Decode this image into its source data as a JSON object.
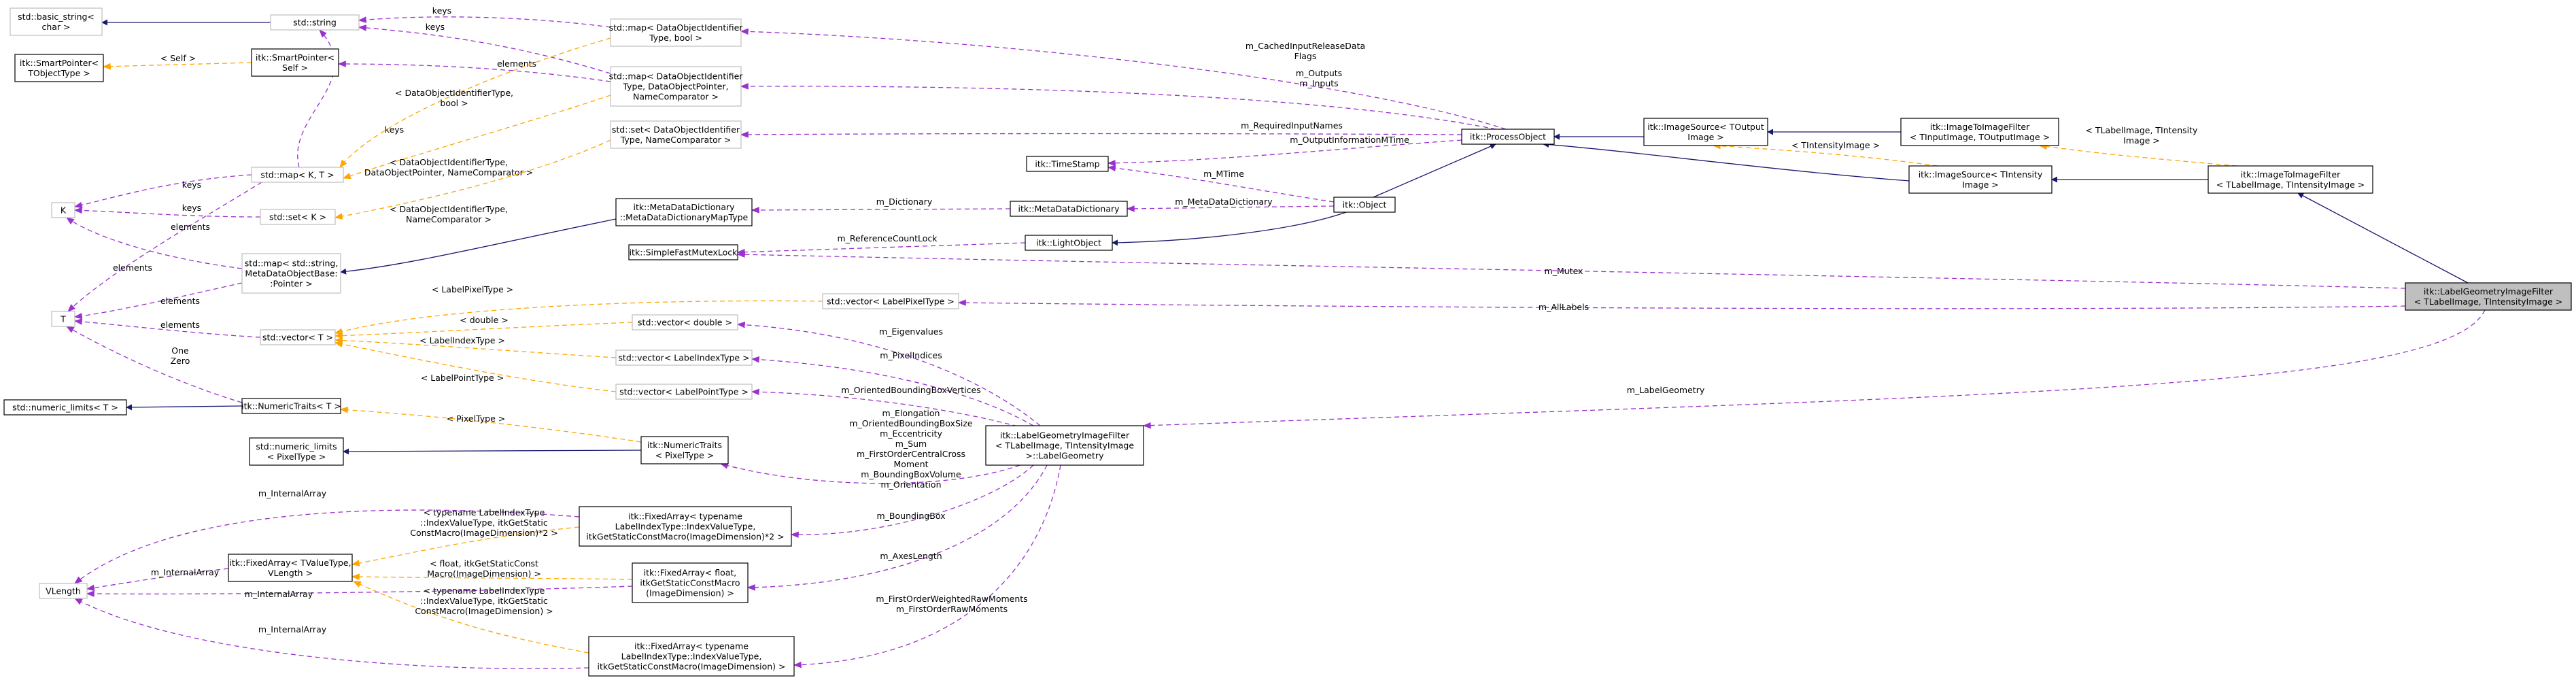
{
  "colors": {
    "inherit_edge": "#191970",
    "usage_edge": "#9a32cd",
    "template_edge": "#ffa500",
    "box_solid_border": "#000000",
    "box_grey_border": "#bfbfbf",
    "focus_fill": "#bfbfbf"
  },
  "nodes": {
    "std_basic_string": [
      "std::basic_string<",
      "char >"
    ],
    "std_string": [
      "std::string"
    ],
    "itk_SmartPointer_TObjectType": [
      "itk::SmartPointer<",
      "TObjectType >"
    ],
    "itk_SmartPointer_Self": [
      "itk::SmartPointer<",
      "Self >"
    ],
    "std_map_K_T": [
      "std::map< K, T >"
    ],
    "std_set_K": [
      "std::set< K >"
    ],
    "K": [
      "K"
    ],
    "std_map_string_meta": [
      "std::map< std::string,",
      "MetaDataObjectBase:",
      ":Pointer >"
    ],
    "T": [
      "T"
    ],
    "std_vector_T": [
      "std::vector< T >"
    ],
    "itk_NumericTraits_T": [
      "itk::NumericTraits< T >"
    ],
    "std_numeric_limits_T": [
      "std::numeric_limits< T >"
    ],
    "std_numeric_limits_Pixel": [
      "std::numeric_limits",
      "< PixelType >"
    ],
    "VLength": [
      "VLength"
    ],
    "itk_FixedArray_TValue": [
      "itk::FixedArray< TValueType,",
      "VLength >"
    ],
    "map_doi_bool": [
      "std::map< DataObjectIdentifier",
      "Type, bool >"
    ],
    "map_doi_dop": [
      "std::map< DataObjectIdentifier",
      "Type, DataObjectPointer,",
      "NameComparator >"
    ],
    "set_doi": [
      "std::set< DataObjectIdentifier",
      "Type, NameComparator >"
    ],
    "itk_MetaDataDictionary_MapType": [
      "itk::MetaDataDictionary",
      "::MetaDataDictionaryMapType"
    ],
    "itk_SimpleFastMutexLock": [
      "itk::SimpleFastMutexLock"
    ],
    "vector_double": [
      "std::vector< double >"
    ],
    "vector_LabelIndexType": [
      "std::vector< LabelIndexType >"
    ],
    "vector_LabelPointType": [
      "std::vector< LabelPointType >"
    ],
    "vector_LabelPixelType": [
      "std::vector< LabelPixelType >"
    ],
    "itk_NumericTraits_PixelType": [
      "itk::NumericTraits",
      "< PixelType >"
    ],
    "fixedarray_double_dim": [
      "itk::FixedArray< typename",
      "LabelIndexType::IndexValueType,",
      "itkGetStaticConstMacro(ImageDimension)*2 >"
    ],
    "fixedarray_float": [
      "itk::FixedArray< float,",
      "itkGetStaticConstMacro",
      "(ImageDimension) >"
    ],
    "fixedarray_single_dim": [
      "itk::FixedArray< typename",
      "LabelIndexType::IndexValueType,",
      "itkGetStaticConstMacro(ImageDimension) >"
    ],
    "itk_TimeStamp": [
      "itk::TimeStamp"
    ],
    "itk_MetaDataDictionary": [
      "itk::MetaDataDictionary"
    ],
    "itk_LightObject": [
      "itk::LightObject"
    ],
    "itk_Object": [
      "itk::Object"
    ],
    "itk_ProcessObject": [
      "itk::ProcessObject"
    ],
    "itk_LabelGeometry": [
      "itk::LabelGeometryImageFilter",
      "< TLabelImage, TIntensityImage",
      " >::LabelGeometry"
    ],
    "itk_ImageSource_TOutput": [
      "itk::ImageSource< TOutput",
      "Image >"
    ],
    "itk_ImageSource_TIntensity": [
      "itk::ImageSource< TIntensity",
      "Image >"
    ],
    "itk_ImageToImageFilter_TInput": [
      "itk::ImageToImageFilter",
      "< TInputImage, TOutputImage >"
    ],
    "itk_ImageToImageFilter_TLabel": [
      "itk::ImageToImageFilter",
      "< TLabelImage, TIntensityImage >"
    ],
    "itk_LabelGeometryImageFilter": [
      "itk::LabelGeometryImageFilter",
      "< TLabelImage, TIntensityImage >"
    ]
  },
  "edge_labels": {
    "string_basic": [],
    "self_tobject": [
      "< Self >"
    ],
    "ntT_limits": [],
    "ntP_limits": [],
    "string_mapdoibool": [
      "keys"
    ],
    "string_mapdoidop": [
      "keys"
    ],
    "string_mapKT": [
      "keys"
    ],
    "smartself_mapdoidop": [
      "elements"
    ],
    "K_mapKT": [
      "keys"
    ],
    "K_setK": [
      "keys"
    ],
    "K_mapstr": [
      "elements"
    ],
    "T_mapKT": [
      "elements"
    ],
    "T_mapstr": [
      "elements"
    ],
    "T_vectorT": [
      "elements"
    ],
    "T_ntT": [
      "One",
      "Zero"
    ],
    "mapKT_mapdoibool": [
      "< DataObjectIdentifierType,",
      "bool >"
    ],
    "mapKT_mapdoidop": [
      "< DataObjectIdentifierType,",
      "DataObjectPointer, NameComparator >"
    ],
    "setK_setdoi": [
      "< DataObjectIdentifierType,",
      "NameComparator >"
    ],
    "mapstr_mdd": [],
    "vectorT_double": [
      "< double >"
    ],
    "vectorT_index": [
      "< LabelIndexType >"
    ],
    "vectorT_point": [
      "< LabelPointType >"
    ],
    "vectorT_pixel": [
      "< LabelPixelType >"
    ],
    "ntT_ntPixel": [
      "< PixelType >"
    ],
    "VLength_fixedTV": [
      "m_InternalArray"
    ],
    "VLength_fa2": [
      "m_InternalArray"
    ],
    "VLength_faf": [
      "m_InternalArray"
    ],
    "VLength_fa1": [
      "m_InternalArray"
    ],
    "fixedTV_fa2": [
      "< typename LabelIndexType",
      "::IndexValueType, itkGetStatic",
      "ConstMacro(ImageDimension)*2 >"
    ],
    "fixedTV_faf": [
      "< float, itkGetStaticConst",
      "Macro(ImageDimension) >"
    ],
    "fixedTV_fa1": [
      "< typename LabelIndexType",
      "::IndexValueType, itkGetStatic",
      "ConstMacro(ImageDimension) >"
    ],
    "mapdoibool_po": [
      "m_CachedInputReleaseData",
      "Flags"
    ],
    "mapdoidop_po": [
      "m_Outputs",
      "m_Inputs"
    ],
    "setdoi_po": [
      "m_RequiredInputNames"
    ],
    "ts_po": [
      "m_OutputInformationMTime"
    ],
    "ts_obj": [
      "m_MTime"
    ],
    "mddmap_mdd": [
      "m_Dictionary"
    ],
    "mdd_obj": [
      "m_MetaDataDictionary"
    ],
    "mutex_light": [
      "m_ReferenceCountLock"
    ],
    "light_obj": [],
    "obj_po": [],
    "po_srcOut": [],
    "po_srcInt": [],
    "srcOut_i2iIn": [],
    "srcInt_i2iLab": [],
    "i2iLab_lgif": [],
    "srcOut_srcInt": [
      "< TIntensityImage >"
    ],
    "i2iIn_i2iLab": [
      "< TLabelImage, TIntensity",
      "Image >"
    ],
    "mutex_lgif": [
      "m_Mutex"
    ],
    "pixel_lgif": [
      "m_AllLabels"
    ],
    "lg_lgif": [
      "m_LabelGeometry"
    ],
    "double_lg": [
      "m_Eigenvalues"
    ],
    "index_lg": [
      "m_PixelIndices"
    ],
    "point_lg": [
      "m_OrientedBoundingBoxVertices"
    ],
    "ntPixel_lg": [
      "m_Elongation",
      "m_OrientedBoundingBoxSize",
      "m_Eccentricity",
      "m_Sum",
      "m_FirstOrderCentralCross",
      "Moment",
      "m_BoundingBoxVolume",
      "m_Orientation"
    ],
    "fa2_lg": [
      "m_BoundingBox"
    ],
    "faf_lg": [
      "m_AxesLength"
    ],
    "fa1_lg": [
      "m_FirstOrderWeightedRawMoments",
      "m_FirstOrderRawMoments"
    ]
  }
}
